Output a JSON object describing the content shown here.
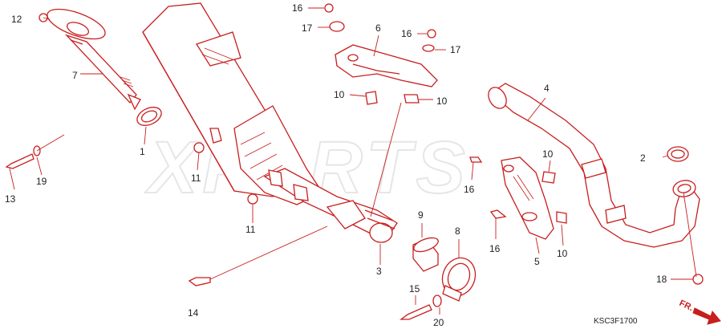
{
  "diagram": {
    "watermark": "XPARTS",
    "drawing_code": "KSC3F1700",
    "direction_label": "FR.",
    "callouts": [
      {
        "id": "c1",
        "text": "1"
      },
      {
        "id": "c2",
        "text": "2"
      },
      {
        "id": "c3",
        "text": "3"
      },
      {
        "id": "c4",
        "text": "4"
      },
      {
        "id": "c5",
        "text": "5"
      },
      {
        "id": "c6",
        "text": "6"
      },
      {
        "id": "c7",
        "text": "7"
      },
      {
        "id": "c8",
        "text": "8"
      },
      {
        "id": "c9",
        "text": "9"
      },
      {
        "id": "c10a",
        "text": "10"
      },
      {
        "id": "c10b",
        "text": "10"
      },
      {
        "id": "c10c",
        "text": "10"
      },
      {
        "id": "c10d",
        "text": "10"
      },
      {
        "id": "c11a",
        "text": "11"
      },
      {
        "id": "c11b",
        "text": "11"
      },
      {
        "id": "c12",
        "text": "12"
      },
      {
        "id": "c13",
        "text": "13"
      },
      {
        "id": "c14",
        "text": "14"
      },
      {
        "id": "c15",
        "text": "15"
      },
      {
        "id": "c16a",
        "text": "16"
      },
      {
        "id": "c16b",
        "text": "16"
      },
      {
        "id": "c16c",
        "text": "16"
      },
      {
        "id": "c16d",
        "text": "16"
      },
      {
        "id": "c17a",
        "text": "17"
      },
      {
        "id": "c17b",
        "text": "17"
      },
      {
        "id": "c18",
        "text": "18"
      },
      {
        "id": "c19",
        "text": "19"
      },
      {
        "id": "c20",
        "text": "20"
      }
    ],
    "colors": {
      "parts": "#c81e1e",
      "labels": "#222222",
      "watermark": "#e6e6e6"
    }
  }
}
